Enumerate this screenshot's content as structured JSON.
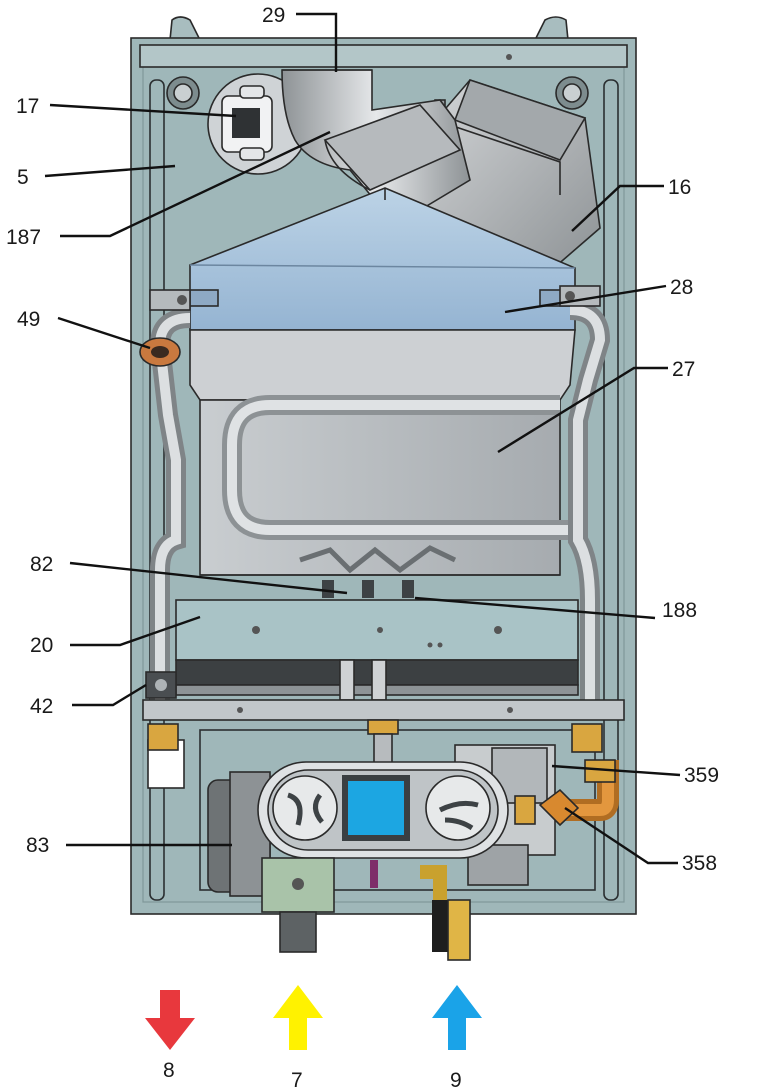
{
  "labels": [
    {
      "id": "lbl-29",
      "text": "29"
    },
    {
      "id": "lbl-17",
      "text": "17"
    },
    {
      "id": "lbl-5",
      "text": "5"
    },
    {
      "id": "lbl-187",
      "text": "187"
    },
    {
      "id": "lbl-16",
      "text": "16"
    },
    {
      "id": "lbl-28",
      "text": "28"
    },
    {
      "id": "lbl-49",
      "text": "49"
    },
    {
      "id": "lbl-27",
      "text": "27"
    },
    {
      "id": "lbl-82",
      "text": "82"
    },
    {
      "id": "lbl-188",
      "text": "188"
    },
    {
      "id": "lbl-20",
      "text": "20"
    },
    {
      "id": "lbl-42",
      "text": "42"
    },
    {
      "id": "lbl-359",
      "text": "359"
    },
    {
      "id": "lbl-83",
      "text": "83"
    },
    {
      "id": "lbl-358",
      "text": "358"
    },
    {
      "id": "lbl-8",
      "text": "8"
    },
    {
      "id": "lbl-7",
      "text": "7"
    },
    {
      "id": "lbl-9",
      "text": "9"
    }
  ],
  "arrows": {
    "outlet_color": "#e8383d",
    "gas_color": "#fff200",
    "inlet_color": "#1aa3e8"
  },
  "colors": {
    "panel": "#9fb7b9",
    "metal": "#bfc3c6",
    "hood": "#a9c4dc",
    "brass": "#d9a640",
    "copper": "#d8892f",
    "display": "#1ca6e2"
  }
}
